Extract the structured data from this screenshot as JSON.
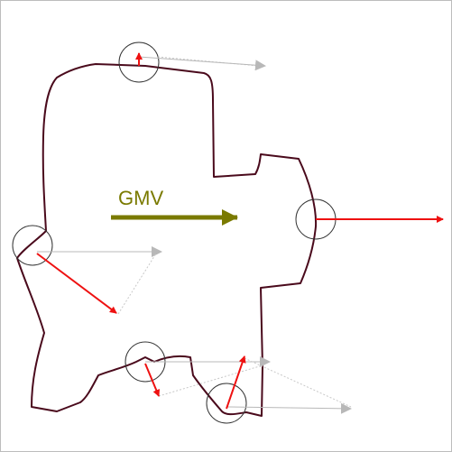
{
  "label": "GMV",
  "colors": {
    "outline": "#4a0a1c",
    "gmv_arrow": "#7a7a00",
    "normal_arrow": "#ee1111",
    "shifted_arrow": "#b8b8b8",
    "dotted_connector": "#c8c8c8",
    "circle": "#333333"
  },
  "sample_points": [
    {
      "id": "top",
      "arrow": "up"
    },
    {
      "id": "right",
      "arrow": "right"
    },
    {
      "id": "left",
      "arrow": "down-right"
    },
    {
      "id": "bottom-left",
      "arrow": "down"
    },
    {
      "id": "bottom-right",
      "arrow": "up-right"
    }
  ]
}
